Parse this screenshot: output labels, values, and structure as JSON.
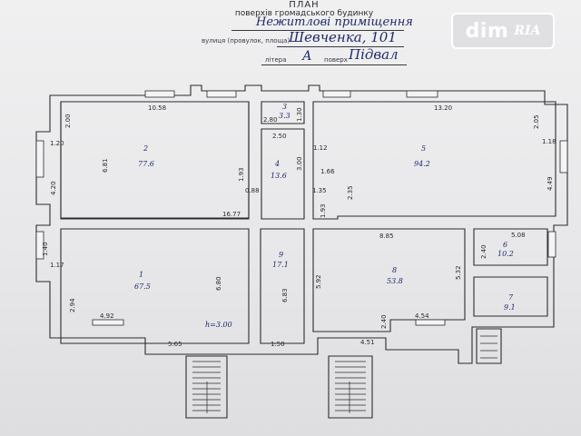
{
  "header": {
    "title": "ПЛАН",
    "subtitle": "поверхів громадського будинку",
    "purpose_value": "Нежитлові приміщення",
    "street_label": "вулиця (провулок, площа)",
    "street_value": "Шевченка, 101",
    "litera_label": "літера",
    "litera_value": "А",
    "floor_label": "поверх",
    "floor_value": "Підвал"
  },
  "watermark": {
    "brand": "dim",
    "logo_text": "RIA"
  },
  "rooms": [
    {
      "number": "1",
      "area": "67.5"
    },
    {
      "number": "2",
      "area": "77.6"
    },
    {
      "number": "3",
      "area": "3.3"
    },
    {
      "number": "4",
      "area": "13.6"
    },
    {
      "number": "5",
      "area": "94.2"
    },
    {
      "number": "6",
      "area": "10.2"
    },
    {
      "number": "7",
      "area": "9.1"
    },
    {
      "number": "8",
      "area": "53.8"
    },
    {
      "number": "9",
      "area": "17.1"
    }
  ],
  "dimensions": [
    "10.58",
    "2.00",
    "1.20",
    "4.20",
    "6.81",
    "2.50",
    "1.93",
    "0.88",
    "16.77",
    "2.80",
    "1.30",
    "3.00",
    "1.12",
    "1.66",
    "1.35",
    "2.35",
    "13.20",
    "2.05",
    "1.18",
    "4.49",
    "8.85",
    "5.08",
    "2.40",
    "1.40",
    "1.17",
    "2.94",
    "4.92",
    "5.65",
    "6.80",
    "6.83",
    "5.92",
    "1.50",
    "4.51",
    "2.40",
    "4.54",
    "5.32",
    "1.93"
  ],
  "notes": {
    "height": "h=3.00"
  }
}
